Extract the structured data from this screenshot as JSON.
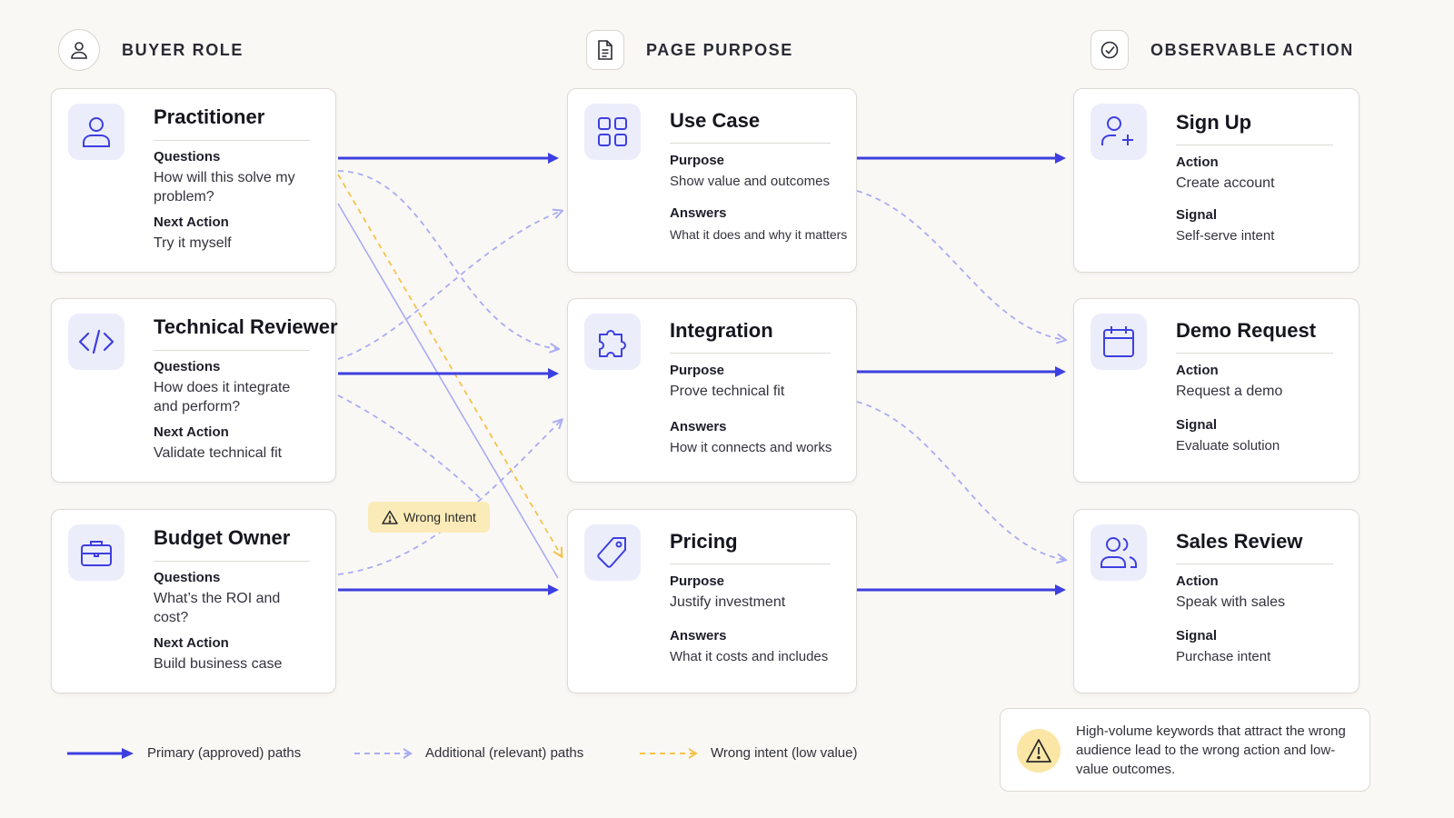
{
  "columns": {
    "buyer_role": "BUYER ROLE",
    "page_purpose": "PAGE PURPOSE",
    "observable_action": "OBSERVABLE ACTION"
  },
  "roles": [
    {
      "title": "Practitioner",
      "questions_label": "Questions",
      "questions": "How will this solve my problem?",
      "next_label": "Next Action",
      "next": "Try it myself",
      "icon": "user-icon"
    },
    {
      "title": "Technical Reviewer",
      "questions_label": "Questions",
      "questions": "How does it integrate and perform?",
      "next_label": "Next Action",
      "next": "Validate technical fit",
      "icon": "code-icon"
    },
    {
      "title": "Budget Owner",
      "questions_label": "Questions",
      "questions": "What’s the ROI and cost?",
      "next_label": "Next Action",
      "next": "Build business case",
      "icon": "briefcase-icon"
    }
  ],
  "pages": [
    {
      "title": "Use Case",
      "purpose_label": "Purpose",
      "purpose": "Show value and outcomes",
      "answers_label": "Answers",
      "answers": "What it does and why it matters",
      "icon": "grid-icon"
    },
    {
      "title": "Integration",
      "purpose_label": "Purpose",
      "purpose": "Prove technical fit",
      "answers_label": "Answers",
      "answers": "How it connects and works",
      "icon": "puzzle-icon"
    },
    {
      "title": "Pricing",
      "purpose_label": "Purpose",
      "purpose": "Justify investment",
      "answers_label": "Answers",
      "answers": "What it costs and includes",
      "icon": "tag-icon"
    }
  ],
  "actions": [
    {
      "title": "Sign Up",
      "action_label": "Action",
      "action": "Create account",
      "signal_label": "Signal",
      "signal": "Self-serve intent",
      "icon": "user-plus-icon"
    },
    {
      "title": "Demo Request",
      "action_label": "Action",
      "action": "Request a demo",
      "signal_label": "Signal",
      "signal": "Evaluate solution",
      "icon": "calendar-icon"
    },
    {
      "title": "Sales Review",
      "action_label": "Action",
      "action": "Speak with sales",
      "signal_label": "Signal",
      "signal": "Purchase intent",
      "icon": "users-icon"
    }
  ],
  "badge": {
    "label": "Wrong Intent",
    "icon": "warning-icon"
  },
  "legend": {
    "primary": "Primary (approved) paths",
    "additional": "Additional (relevant) paths",
    "wrong": "Wrong intent (low value)"
  },
  "note": {
    "text": "High-volume keywords that attract the wrong audience lead to the wrong action and low-value outcomes.",
    "icon": "warning-icon"
  },
  "colors": {
    "primary": "#3D3FE0",
    "additional": "#A9ABF2",
    "wrong": "#F5C249",
    "icon_bg": "#ECEDFB",
    "background": "#FAF8F5"
  }
}
